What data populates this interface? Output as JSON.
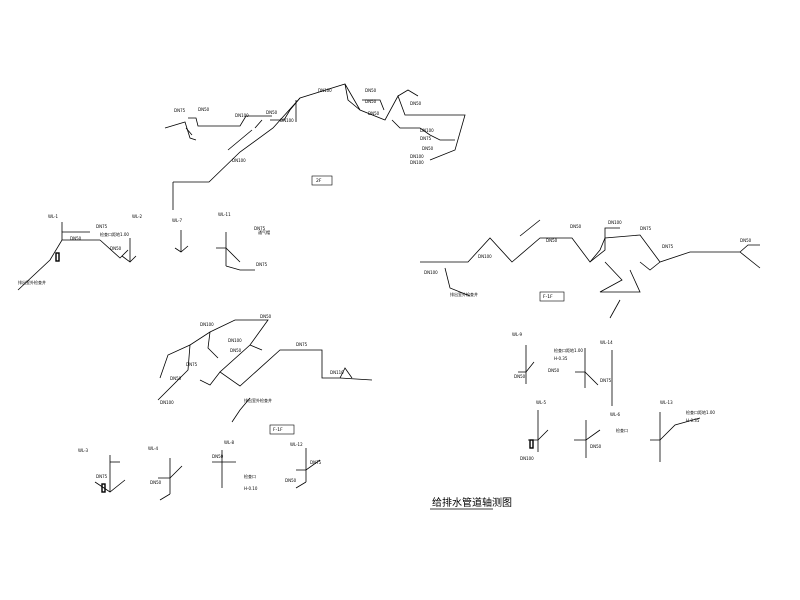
{
  "drawing_title": "给排水管道轴测图",
  "views": {
    "view_a": "2F",
    "view_b": "F-1F",
    "view_c": "F-1F"
  },
  "risers": {
    "wl1": "WL-1",
    "wl2": "WL-2",
    "wl7": "WL-7",
    "wl11": "WL-11",
    "wl3": "WL-3",
    "wl4": "WL-4",
    "wl8": "WL-8",
    "wl12": "WL-12",
    "wl9": "WL-9",
    "wl14": "WL-14",
    "wl5": "WL-5",
    "wl6": "WL-6",
    "wl13": "WL-13"
  },
  "notes": {
    "n1": "排出室外检查井",
    "n2": "检查口距地1.00",
    "n3": "通气帽",
    "n4": "H-0.10",
    "n5": "H-0.35",
    "n6": "H-0.35",
    "n7": "排出室外检查井",
    "n8": "排出室外检查井"
  },
  "pipe_sizes": {
    "s1": "DN100",
    "s2": "DN50",
    "s3": "DN75",
    "s4": "DN110",
    "s5": "DN100",
    "s6": "DN50"
  }
}
